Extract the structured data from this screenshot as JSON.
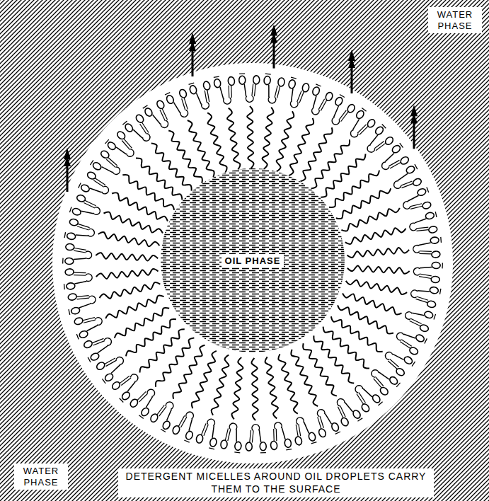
{
  "diagram": {
    "caption": "DETERGENT MICELLES AROUND OIL DROPLETS CARRY THEM TO THE SURFACE",
    "nodes": [
      {
        "text": [
          "OIL PHASE"
        ]
      }
    ],
    "labels": [
      "WATER PHASE",
      "WATER PHASE"
    ]
  }
}
